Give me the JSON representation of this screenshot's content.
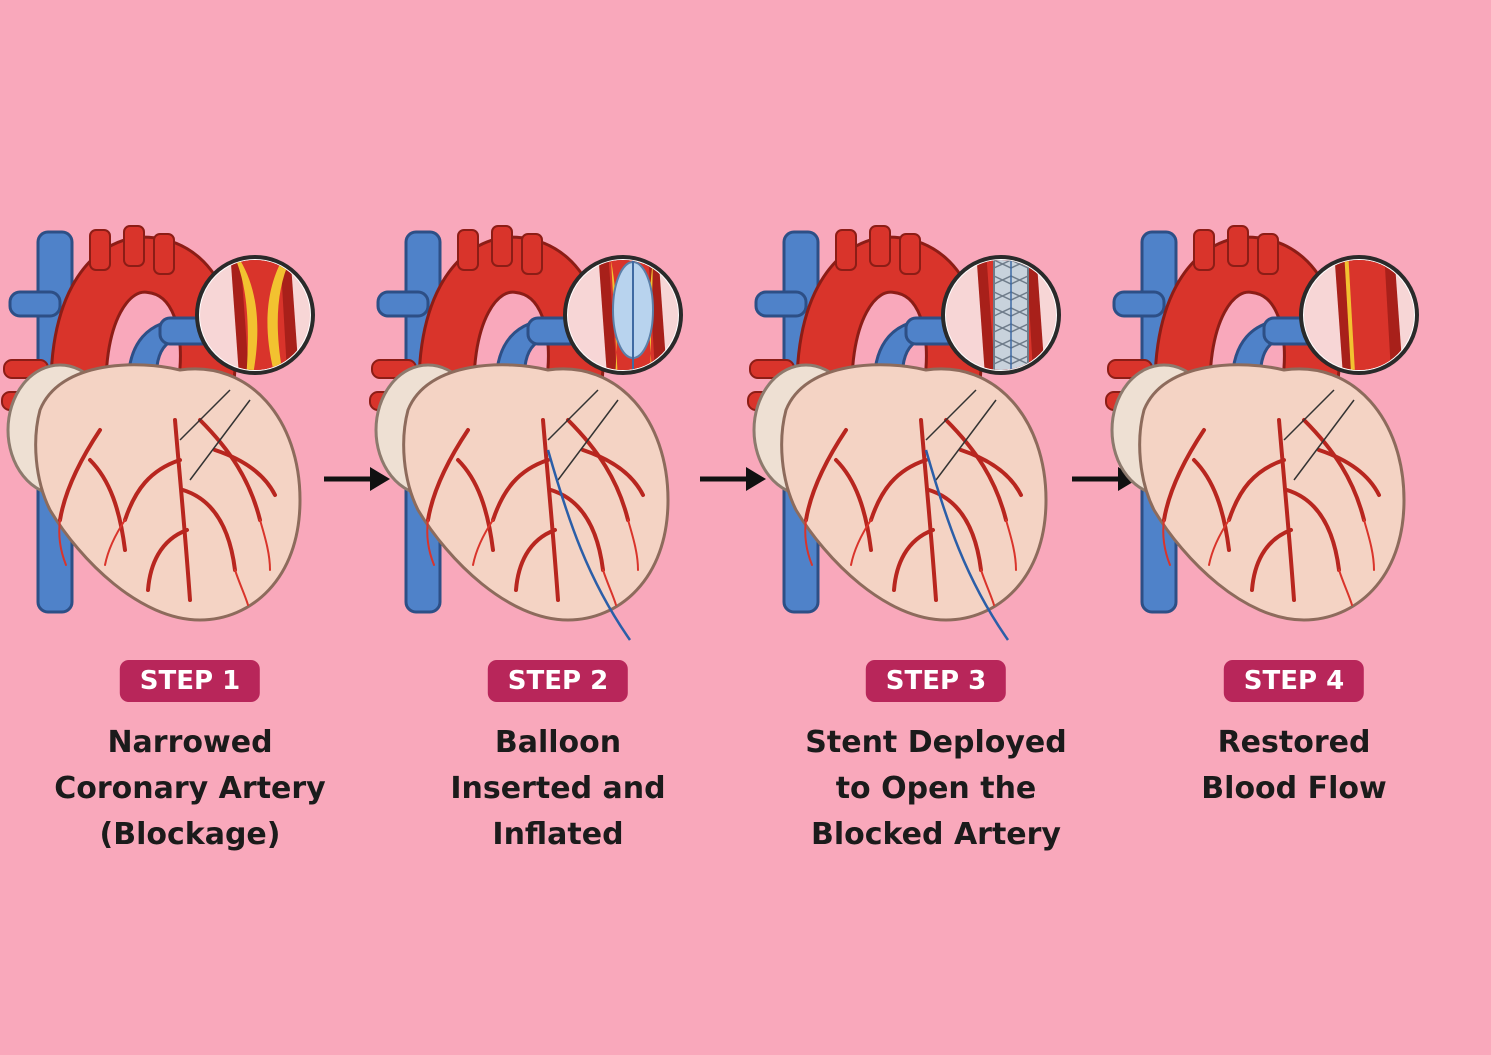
{
  "steps": [
    {
      "badge": "STEP 1",
      "lines": [
        "Narrowed",
        "Coronary Artery",
        "(Blockage)"
      ],
      "inset": "blockage"
    },
    {
      "badge": "STEP 2",
      "lines": [
        "Balloon",
        "Inserted and",
        "Inflated"
      ],
      "inset": "balloon"
    },
    {
      "badge": "STEP 3",
      "lines": [
        "Stent Deployed",
        "to Open the",
        "Blocked Artery"
      ],
      "inset": "stent"
    },
    {
      "badge": "STEP 4",
      "lines": [
        "Restored",
        "Blood Flow"
      ],
      "inset": "restored"
    }
  ],
  "icons": [
    "heart-illustration-icon",
    "artery-magnifier-icon",
    "right-arrow-icon"
  ],
  "colors": {
    "background": "#f9a8bb",
    "badge": "#b8265a",
    "artery_red": "#d9342b",
    "vein_blue": "#4f82c9",
    "plaque_yellow": "#f2c230",
    "heart_muscle": "#f4d3c4"
  }
}
